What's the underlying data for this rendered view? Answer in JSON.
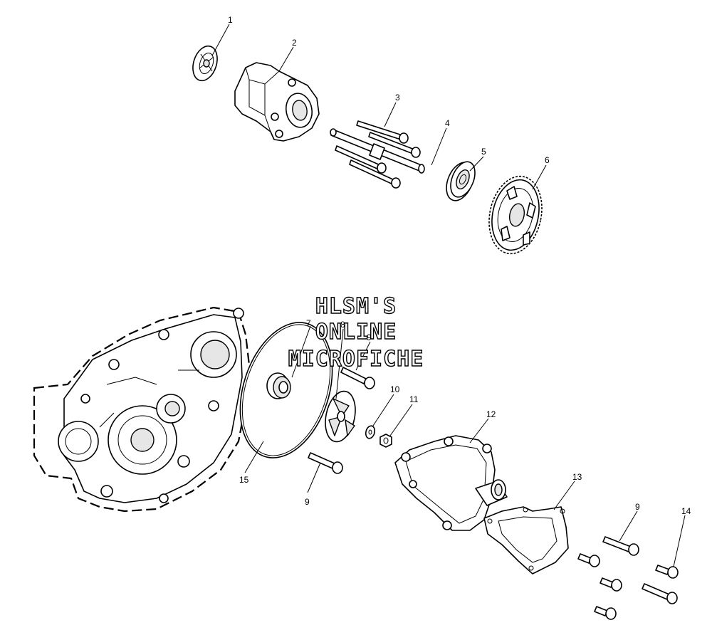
{
  "watermark": {
    "line1": "HLSM'S",
    "line2": "ONLINE",
    "line3": "MICROFICHE"
  },
  "callouts": [
    {
      "id": "c1",
      "label": "1"
    },
    {
      "id": "c2",
      "label": "2"
    },
    {
      "id": "c3",
      "label": "3"
    },
    {
      "id": "c4",
      "label": "4"
    },
    {
      "id": "c5",
      "label": "5"
    },
    {
      "id": "c6",
      "label": "6"
    },
    {
      "id": "c7",
      "label": "7"
    },
    {
      "id": "c8",
      "label": "8"
    },
    {
      "id": "c9a",
      "label": "9"
    },
    {
      "id": "c10",
      "label": "10"
    },
    {
      "id": "c11",
      "label": "11"
    },
    {
      "id": "c12",
      "label": "12"
    },
    {
      "id": "c13",
      "label": "13"
    },
    {
      "id": "c9b",
      "label": "9"
    },
    {
      "id": "c14",
      "label": "14"
    },
    {
      "id": "c9c",
      "label": "9"
    },
    {
      "id": "c15",
      "label": "15"
    }
  ]
}
